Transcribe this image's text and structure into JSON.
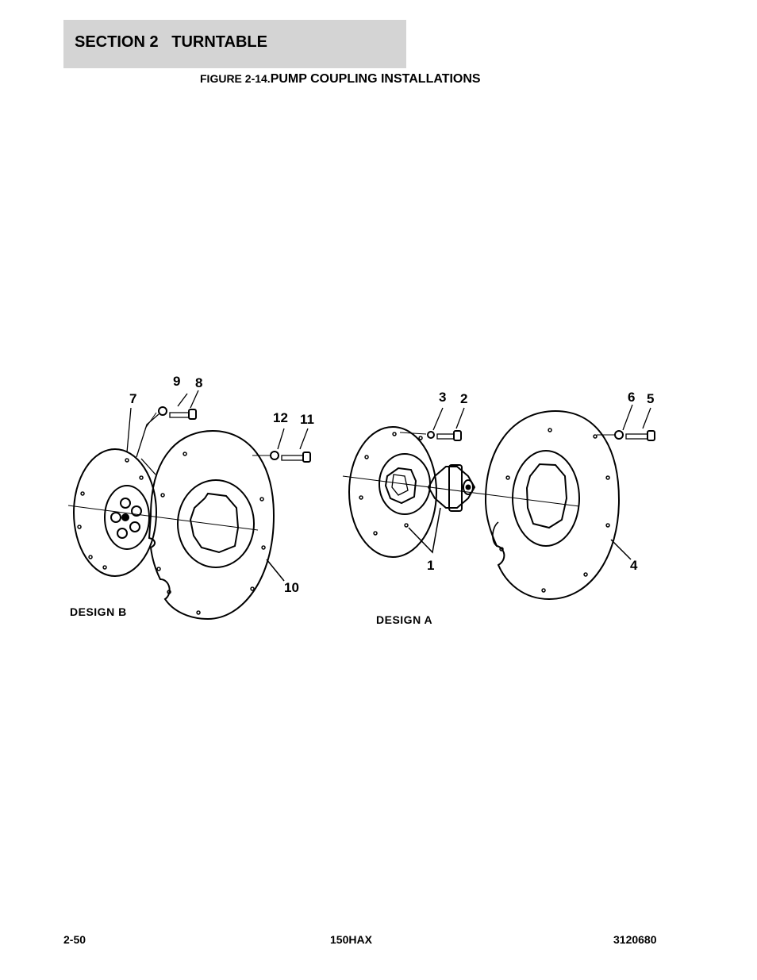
{
  "header": {
    "section": "SECTION 2   TURNTABLE"
  },
  "figure": {
    "number": "FIGURE 2-14.",
    "title": "PUMP COUPLING INSTALLATIONS"
  },
  "drawing": {
    "callouts": {
      "c1": "1",
      "c2": "2",
      "c3": "3",
      "c4": "4",
      "c5": "5",
      "c6": "6",
      "c7": "7",
      "c8": "8",
      "c9": "9",
      "c10": "10",
      "c11": "11",
      "c12": "12"
    },
    "design_b": "DESIGN B",
    "design_a": "DESIGN A"
  },
  "footer": {
    "page": "2-50",
    "model": "150HAX",
    "doc_number": "3120680"
  }
}
